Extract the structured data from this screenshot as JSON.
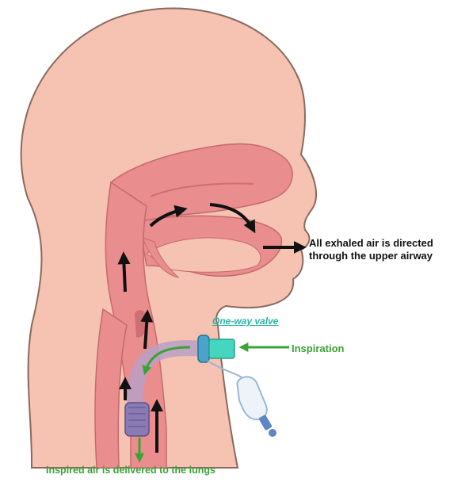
{
  "labels": {
    "exhaled_line1": "All exhaled air is directed",
    "exhaled_line2": "through the upper airway",
    "valve": "One-way valve",
    "inspiration": "Inspiration",
    "lungs": "Inspired air is delivered to the lungs"
  },
  "colors": {
    "skin": "#f6c2b1",
    "skin_outline": "#8a6a5f",
    "airway": "#e98d8f",
    "airway_dark": "#d06e72",
    "tube": "#b8a0c6",
    "cuff": "#8a7bb5",
    "valve": "#45d6c0",
    "exhaled_arrow": "#111111",
    "inspired_arrow": "#3aa335"
  }
}
